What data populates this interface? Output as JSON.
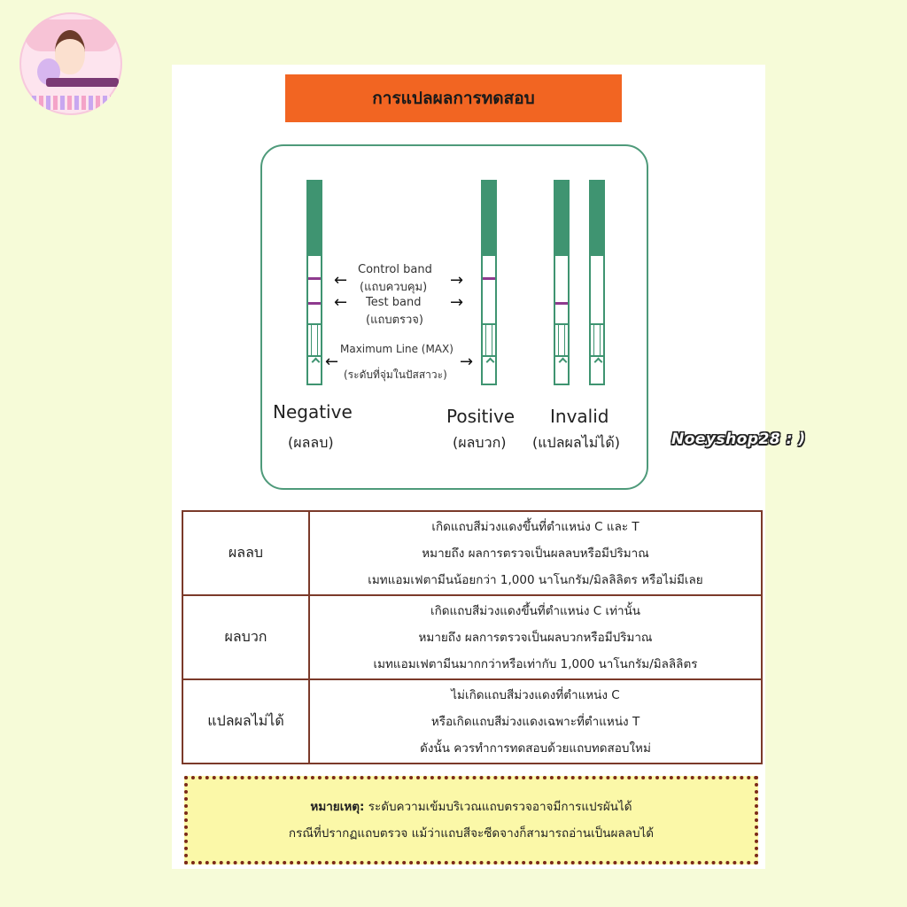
{
  "title": "การแปลผลการทดสอบ",
  "watermark": "Noeyshop28 : )",
  "diagram": {
    "control_band_en": "Control band",
    "control_band_th": "(แถบควบคุม)",
    "test_band_en": "Test band",
    "test_band_th": "(แถบตรวจ)",
    "max_line_en": "Maximum Line (MAX)",
    "max_line_th": "(ระดับที่จุ่มในปัสสาวะ)",
    "negative_en": "Negative",
    "negative_th": "(ผลลบ)",
    "positive_en": "Positive",
    "positive_th": "(ผลบวก)",
    "invalid_en": "Invalid",
    "invalid_th": "(แปลผลไม่ได้)"
  },
  "table": {
    "rows": [
      {
        "category": "ผลลบ",
        "lines": [
          "เกิดแถบสีม่วงแดงขึ้นที่ตำแหน่ง C และ T",
          "หมายถึง ผลการตรวจเป็นผลลบหรือมีปริมาณ",
          "เมทแอมเฟตามีนน้อยกว่า 1,000 นาโนกรัม/มิลลิลิตร หรือไม่มีเลย"
        ]
      },
      {
        "category": "ผลบวก",
        "lines": [
          "เกิดแถบสีม่วงแดงขึ้นที่ตำแหน่ง C เท่านั้น",
          "หมายถึง ผลการตรวจเป็นผลบวกหรือมีปริมาณ",
          "เมทแอมเฟตามีนมากกว่าหรือเท่ากับ 1,000 นาโนกรัม/มิลลิลิตร"
        ]
      },
      {
        "category": "แปลผลไม่ได้",
        "lines": [
          "ไม่เกิดแถบสีม่วงแดงที่ตำแหน่ง C",
          "หรือเกิดแถบสีม่วงแดงเฉพาะที่ตำแหน่ง T",
          "ดังนั้น ควรทำการทดสอบด้วยแถบทดสอบใหม่"
        ]
      }
    ]
  },
  "note": {
    "label": "หมายเหตุ:",
    "line1": "ระดับความเข้มบริเวณแถบตรวจอาจมีการแปรผันได้",
    "line2": "กรณีที่ปรากฏแถบตรวจ แม้ว่าแถบสีจะซีดจางก็สามารถอ่านเป็นผลลบได้"
  },
  "colors": {
    "banner": "#f26522",
    "strip_green": "#3f9471",
    "band_purple": "#8e3a8e",
    "table_border": "#7b3a2a",
    "note_bg": "#fbf8a8",
    "page_bg": "#f6fbd8"
  }
}
